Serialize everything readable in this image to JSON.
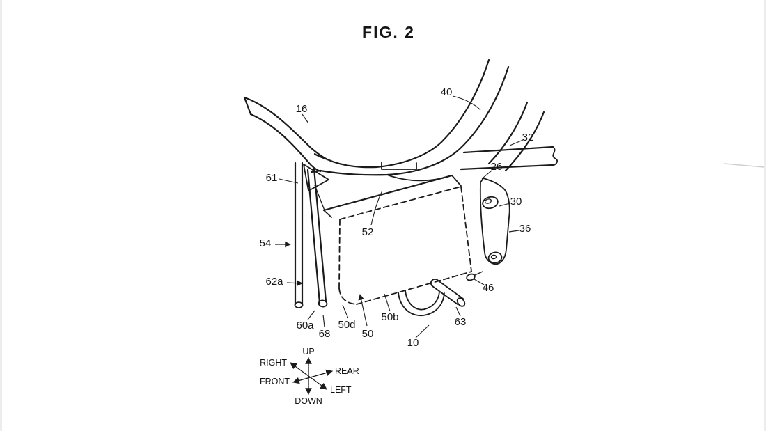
{
  "figure": {
    "title": "FIG. 2"
  },
  "reference_labels": [
    {
      "text": "16"
    },
    {
      "text": "40"
    },
    {
      "text": "32"
    },
    {
      "text": "26"
    },
    {
      "text": "61"
    },
    {
      "text": "30"
    },
    {
      "text": "36"
    },
    {
      "text": "52"
    },
    {
      "text": "54"
    },
    {
      "text": "62a"
    },
    {
      "text": "46"
    },
    {
      "text": "60a"
    },
    {
      "text": "68"
    },
    {
      "text": "50d"
    },
    {
      "text": "50"
    },
    {
      "text": "50b"
    },
    {
      "text": "63"
    },
    {
      "text": "10"
    }
  ],
  "compass": {
    "up": "UP",
    "down": "DOWN",
    "left": "LEFT",
    "right": "RIGHT",
    "front": "FRONT",
    "rear": "REAR"
  },
  "colors": {
    "ink": "#1b1b1b",
    "background": "#ffffff"
  }
}
